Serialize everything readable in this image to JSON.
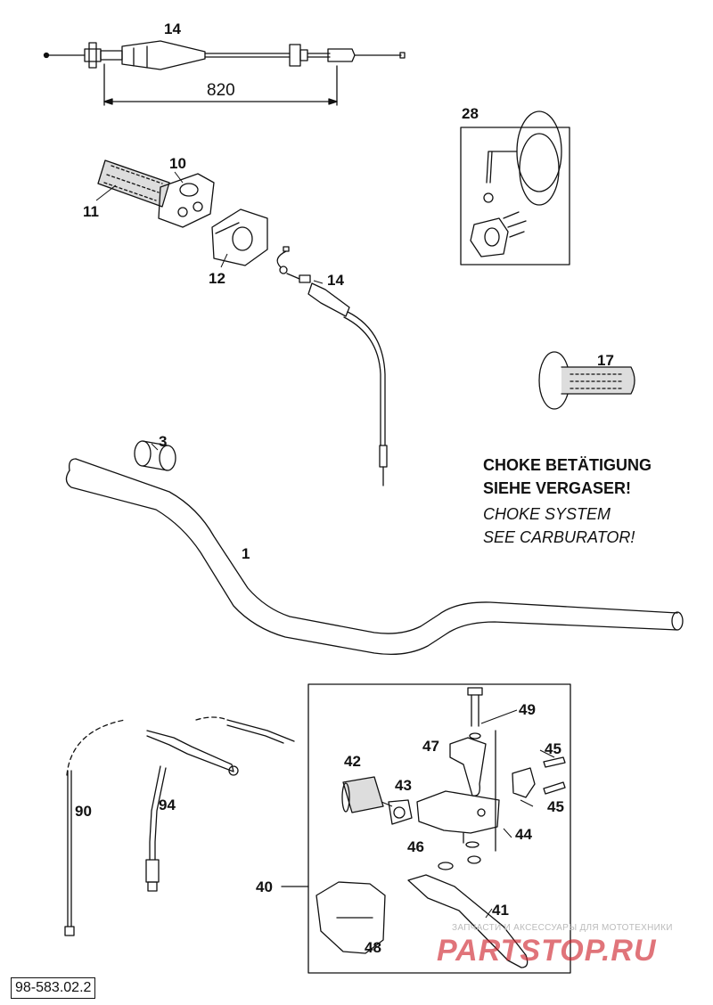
{
  "labels": {
    "p14_top": "14",
    "dim_820": "820",
    "p28": "28",
    "p10": "10",
    "p11": "11",
    "p12": "12",
    "p14_mid": "14",
    "p17": "17",
    "p3": "3",
    "p1": "1",
    "p49": "49",
    "p47": "47",
    "p45a": "45",
    "p45b": "45",
    "p42": "42",
    "p43": "43",
    "p44": "44",
    "p46": "46",
    "p90": "90",
    "p94": "94",
    "p40": "40",
    "p41": "41",
    "p48": "48"
  },
  "notes": {
    "line1": "CHOKE BETÄTIGUNG",
    "line2": "SIEHE VERGASER!",
    "line3": "CHOKE SYSTEM",
    "line4": "SEE CARBURATOR!"
  },
  "footer": {
    "doc_number": "98-583.02.2"
  },
  "watermark": {
    "subtitle": "ЗАПЧАСТИ И АКСЕССУАРЫ ДЛЯ МОТОТЕХНИКИ",
    "logo": "PARTSTOP.RU"
  }
}
